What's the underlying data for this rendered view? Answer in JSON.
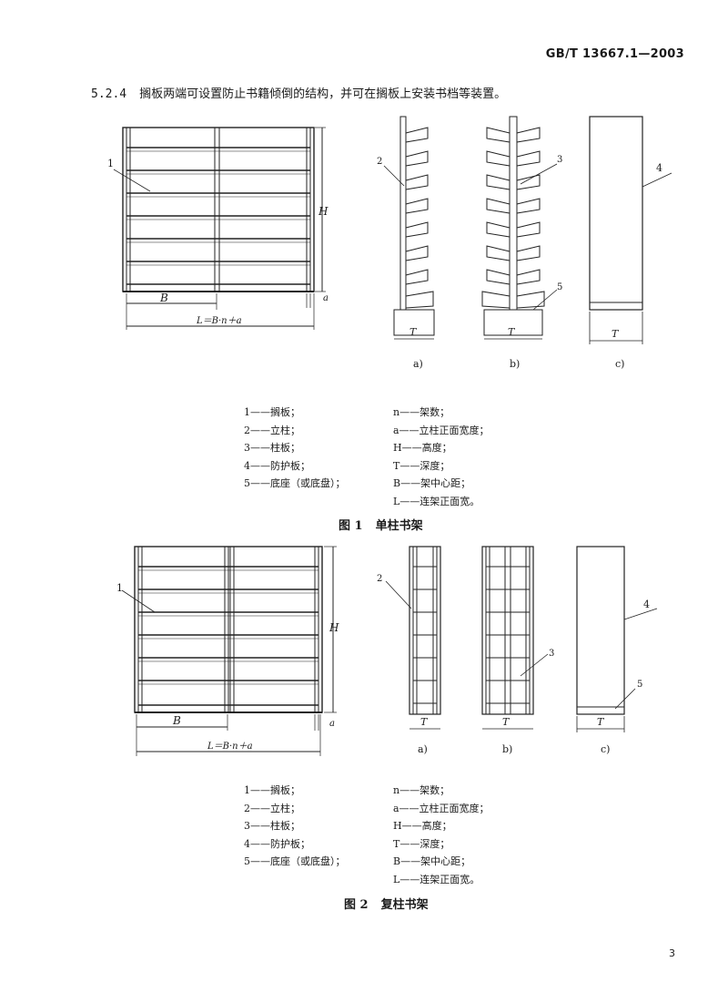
{
  "header": {
    "standard_id": "GB/T 13667.1—2003"
  },
  "clause": {
    "number": "5.2.4",
    "text": "搁板两端可设置防止书籍倾倒的结构，并可在搁板上安装书档等装置。"
  },
  "figure1": {
    "callouts": {
      "c1": "1",
      "c2": "2",
      "c3": "3",
      "c4": "4",
      "c5": "5"
    },
    "dims": {
      "H": "H",
      "B": "B",
      "a": "a",
      "L": "L＝B·n＋a",
      "T": "T"
    },
    "subfig_labels": [
      "a)",
      "b)",
      "c)"
    ],
    "legend_left": [
      "1——搁板；",
      "2——立柱；",
      "3——柱板；",
      "4——防护板；",
      "5——底座（或底盘）；"
    ],
    "legend_right": [
      "n——架数；",
      "a——立柱正面宽度；",
      "H——高度；",
      "T——深度；",
      "B——架中心距；",
      "L——连架正面宽。"
    ],
    "caption_label": "图 1",
    "caption_title": "单柱书架"
  },
  "figure2": {
    "callouts": {
      "c1": "1",
      "c2": "2",
      "c3": "3",
      "c4": "4",
      "c5": "5"
    },
    "dims": {
      "H": "H",
      "B": "B",
      "a": "a",
      "L": "L＝B·n＋a",
      "T": "T"
    },
    "subfig_labels": [
      "a)",
      "b)",
      "c)"
    ],
    "legend_left": [
      "1——搁板；",
      "2——立柱；",
      "3——柱板；",
      "4——防护板；",
      "5——底座（或底盘）；"
    ],
    "legend_right": [
      "n——架数；",
      "a——立柱正面宽度；",
      "H——高度；",
      "T——深度；",
      "B——架中心距；",
      "L——连架正面宽。"
    ],
    "caption_label": "图 2",
    "caption_title": "复柱书架"
  },
  "footer": {
    "page_number": "3"
  }
}
